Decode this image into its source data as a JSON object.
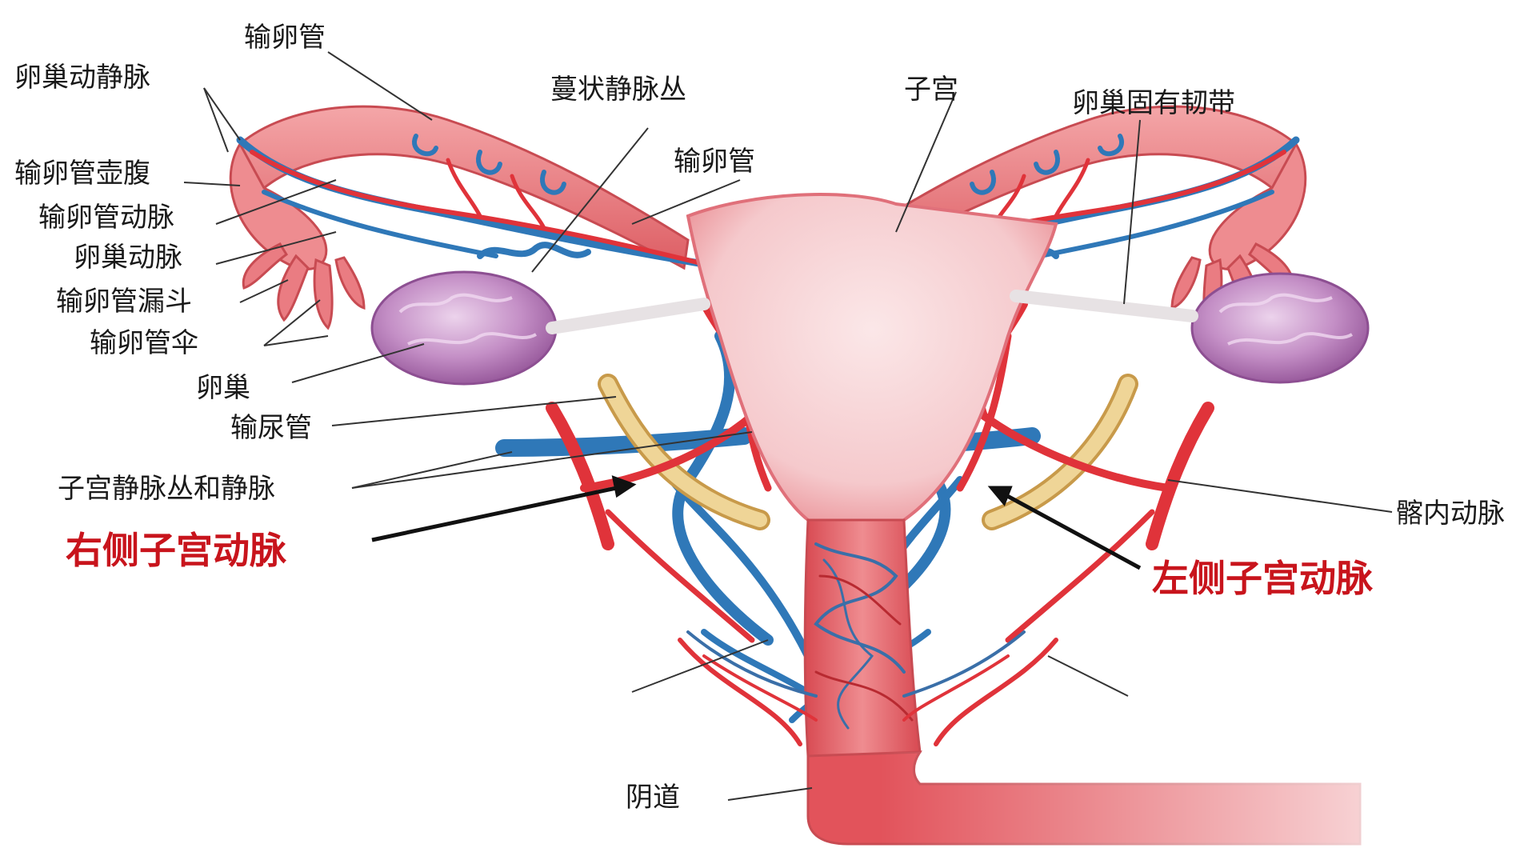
{
  "labels": {
    "fallopian_tube_top": "输卵管",
    "ovarian_vessels": "卵巢动静脉",
    "ampulla": "输卵管壶腹",
    "tubal_artery": "输卵管动脉",
    "ovarian_artery": "卵巢动脉",
    "infundibulum": "输卵管漏斗",
    "fimbriae": "输卵管伞",
    "ovary": "卵巢",
    "ureter": "输尿管",
    "uterine_plexus": "子宫静脉丛和静脉",
    "right_uterine_artery": "右侧子宫动脉",
    "pampiniform_plexus": "蔓状静脉丛",
    "fallopian_tube_mid": "输卵管",
    "uterus": "子宫",
    "ovarian_ligament": "卵巢固有韧带",
    "internal_iliac_artery": "髂内动脉",
    "left_uterine_artery": "左侧子宫动脉",
    "vagina": "阴道"
  },
  "colors": {
    "artery": "#e0333a",
    "vein": "#2f78b8",
    "tube": "#ec7d80",
    "uterus": "#f7d4d6",
    "ovary": "#b57ab6",
    "ureter": "#e2c27a",
    "highlight_label": "#c8141c"
  }
}
